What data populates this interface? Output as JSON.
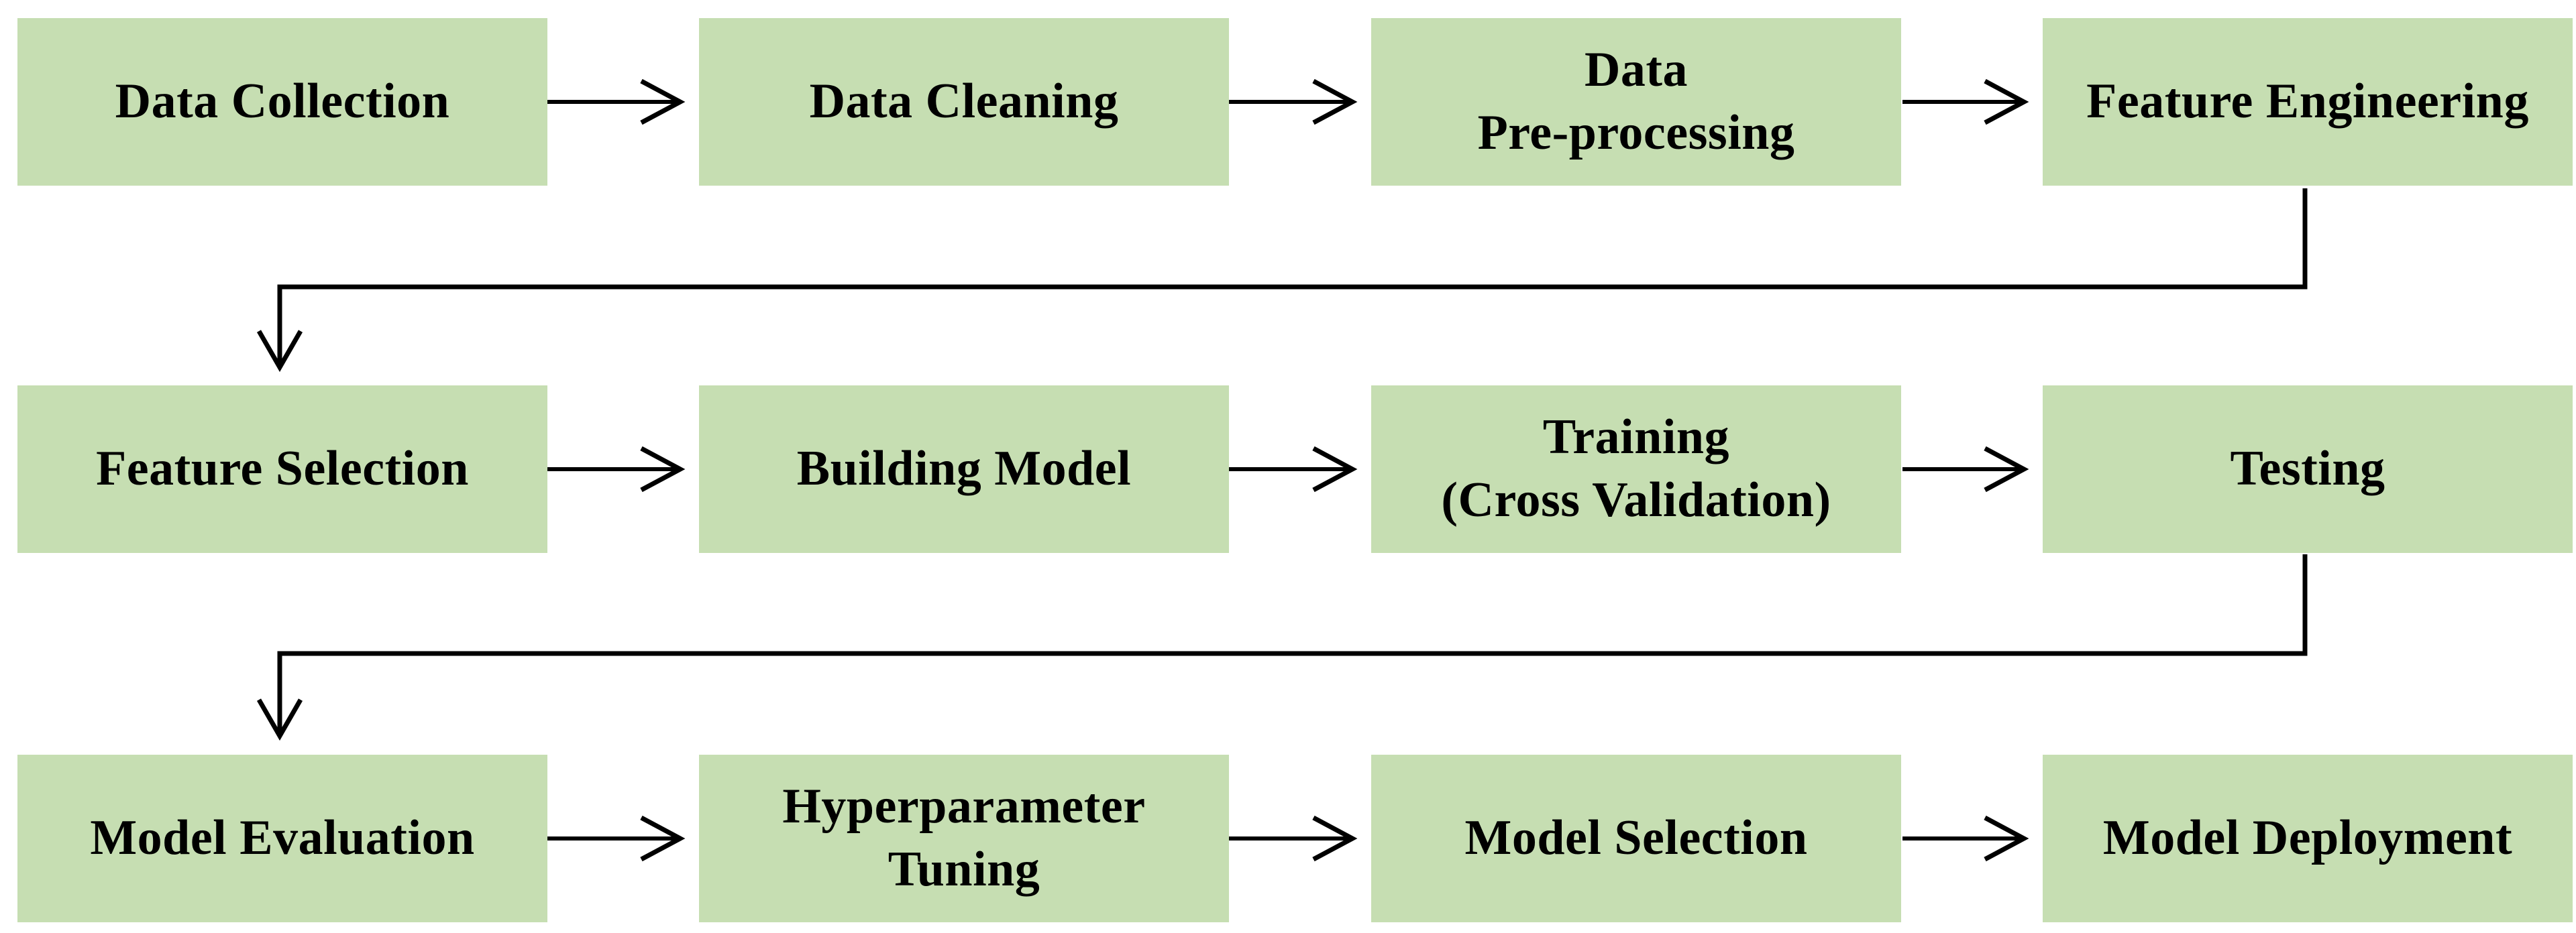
{
  "styles": {
    "background": "#ffffff",
    "box_fill": "#c6deb2",
    "line_color": "#000000",
    "text_color": "#000000"
  },
  "boxes": [
    {
      "id": "data-collection",
      "label": "Data Collection"
    },
    {
      "id": "data-cleaning",
      "label": "Data Cleaning"
    },
    {
      "id": "data-preprocessing",
      "label": "Data\nPre-processing"
    },
    {
      "id": "feature-engineering",
      "label": "Feature Engineering"
    },
    {
      "id": "feature-selection",
      "label": "Feature Selection"
    },
    {
      "id": "building-model",
      "label": "Building Model"
    },
    {
      "id": "training-cv",
      "label": "Training\n(Cross Validation)"
    },
    {
      "id": "testing",
      "label": "Testing"
    },
    {
      "id": "model-evaluation",
      "label": "Model Evaluation"
    },
    {
      "id": "hyperparameter-tuning",
      "label": "Hyperparameter\nTuning"
    },
    {
      "id": "model-selection",
      "label": "Model Selection"
    },
    {
      "id": "model-deployment",
      "label": "Model Deployment"
    }
  ],
  "connectors": {
    "horizontal_arrows": [
      {
        "from": "data-collection",
        "to": "data-cleaning"
      },
      {
        "from": "data-cleaning",
        "to": "data-preprocessing"
      },
      {
        "from": "data-preprocessing",
        "to": "feature-engineering"
      },
      {
        "from": "feature-selection",
        "to": "building-model"
      },
      {
        "from": "building-model",
        "to": "training-cv"
      },
      {
        "from": "training-cv",
        "to": "testing"
      },
      {
        "from": "model-evaluation",
        "to": "hyperparameter-tuning"
      },
      {
        "from": "hyperparameter-tuning",
        "to": "model-selection"
      },
      {
        "from": "model-selection",
        "to": "model-deployment"
      }
    ],
    "elbow_arrows": [
      {
        "from": "feature-engineering",
        "to": "feature-selection"
      },
      {
        "from": "testing",
        "to": "model-evaluation"
      }
    ]
  }
}
